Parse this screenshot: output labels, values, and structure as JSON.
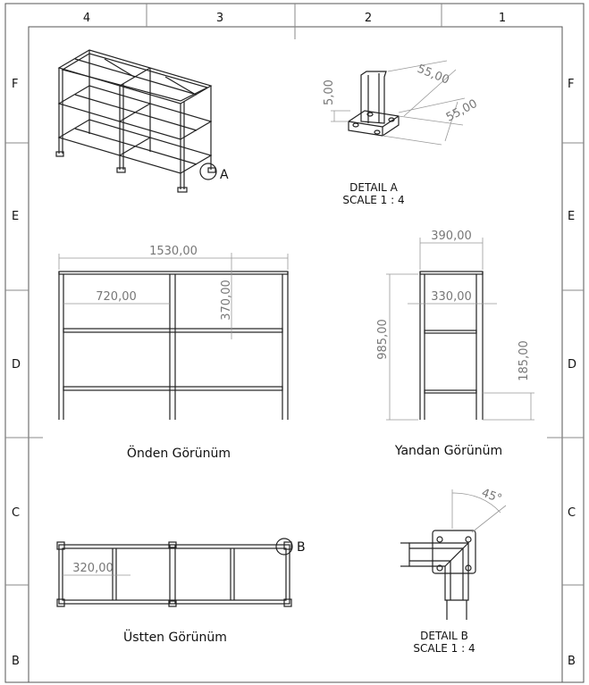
{
  "zones": {
    "columns": [
      "4",
      "3",
      "2",
      "1"
    ],
    "rows": [
      "F",
      "E",
      "D",
      "C",
      "B"
    ]
  },
  "detail_a": {
    "title": "DETAIL A",
    "scale": "SCALE 1 : 4",
    "dim_height": "5,00",
    "dim_width_1": "55,00",
    "dim_width_2": "55,00"
  },
  "iso_view": {
    "marker": "A"
  },
  "front_view": {
    "label": "Önden Görünüm",
    "dim_total": "1530,00",
    "dim_bay": "720,00",
    "dim_shelf": "370,00"
  },
  "side_view": {
    "label": "Yandan Görünüm",
    "dim_depth": "390,00",
    "dim_inner": "330,00",
    "dim_height": "985,00",
    "dim_bottom": "185,00"
  },
  "top_view": {
    "label": "Üstten Görünüm",
    "dim_depth": "320,00",
    "marker": "B"
  },
  "detail_b": {
    "title": "DETAIL B",
    "scale": "SCALE 1 : 4",
    "dim_angle": "45°"
  }
}
